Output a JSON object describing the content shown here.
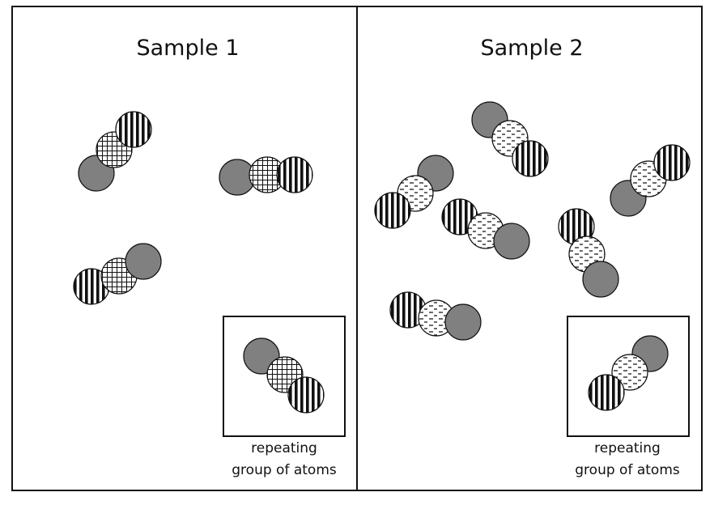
{
  "diagram": {
    "panels": [
      {
        "title": "Sample 1",
        "caption": [
          "repeating",
          "group of atoms"
        ],
        "molecule_count": 3,
        "atoms_per_molecule": 3,
        "atom_patterns": [
          "solid-gray",
          "crosshatch",
          "vertical-stripes"
        ]
      },
      {
        "title": "Sample 2",
        "caption": [
          "repeating",
          "group of atoms"
        ],
        "molecule_count": 6,
        "atoms_per_molecule": 3,
        "atom_patterns": [
          "solid-gray",
          "dashes",
          "vertical-stripes"
        ]
      }
    ],
    "colors": {
      "solid_atom": "#808080",
      "outline": "#111111",
      "background": "#ffffff"
    }
  }
}
